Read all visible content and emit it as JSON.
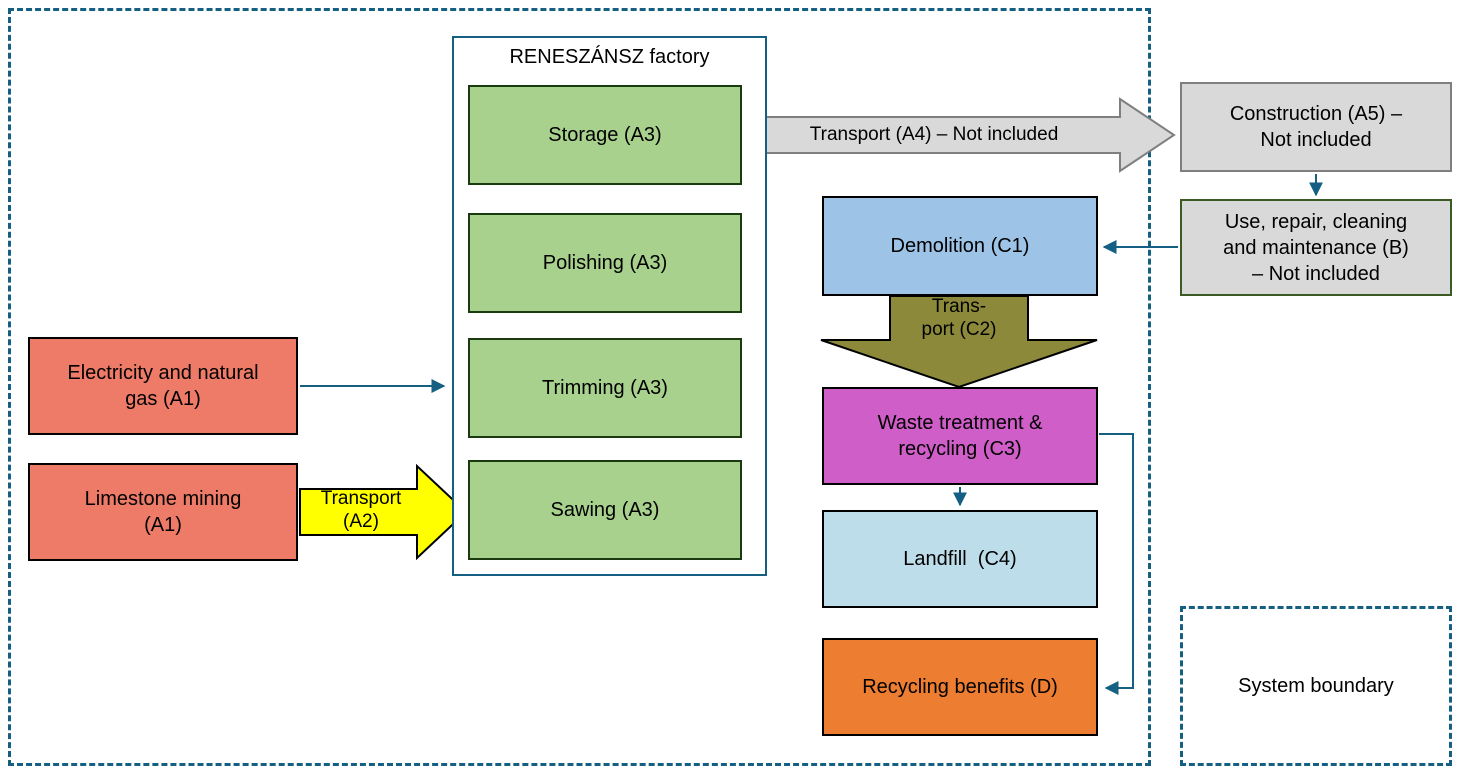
{
  "diagram": {
    "system_boundary_label": "System boundary",
    "factory": {
      "title": "RENESZÁNSZ factory",
      "steps": [
        {
          "label": "Storage (A3)"
        },
        {
          "label": "Polishing (A3)"
        },
        {
          "label": "Trimming (A3)"
        },
        {
          "label": "Sawing (A3)"
        }
      ]
    },
    "inputs": [
      {
        "label": "Electricity and natural\ngas (A1)"
      },
      {
        "label": "Limestone mining\n(A1)"
      }
    ],
    "transports": {
      "a2": "Transport\n(A2)",
      "a4": "Transport (A4) – Not included",
      "c2": "Trans-\nport (C2)"
    },
    "right_column": [
      {
        "label": "Construction (A5) –\nNot included"
      },
      {
        "label": "Use, repair, cleaning\nand maintenance (B)\n– Not included"
      }
    ],
    "end_of_life": [
      {
        "label": "Demolition (C1)"
      },
      {
        "label": "Waste treatment &\nrecycling (C3)"
      },
      {
        "label": "Landfill  (C4)"
      },
      {
        "label": "Recycling benefits (D)"
      }
    ],
    "colors": {
      "boundary_dash": "#156082",
      "connector": "#156082",
      "factory_step_fill": "#a9d18e",
      "input_fill": "#ee7a68",
      "transport_a2_fill": "#ffff00",
      "transport_a4_fill": "#d9d9d9",
      "transport_c2_fill": "#8c8a3a",
      "not_included_fill": "#d9d9d9",
      "demolition_fill": "#9dc3e6",
      "waste_fill": "#d05ec9",
      "landfill_fill": "#bdddeb",
      "recycling_fill": "#ed7d31"
    }
  }
}
